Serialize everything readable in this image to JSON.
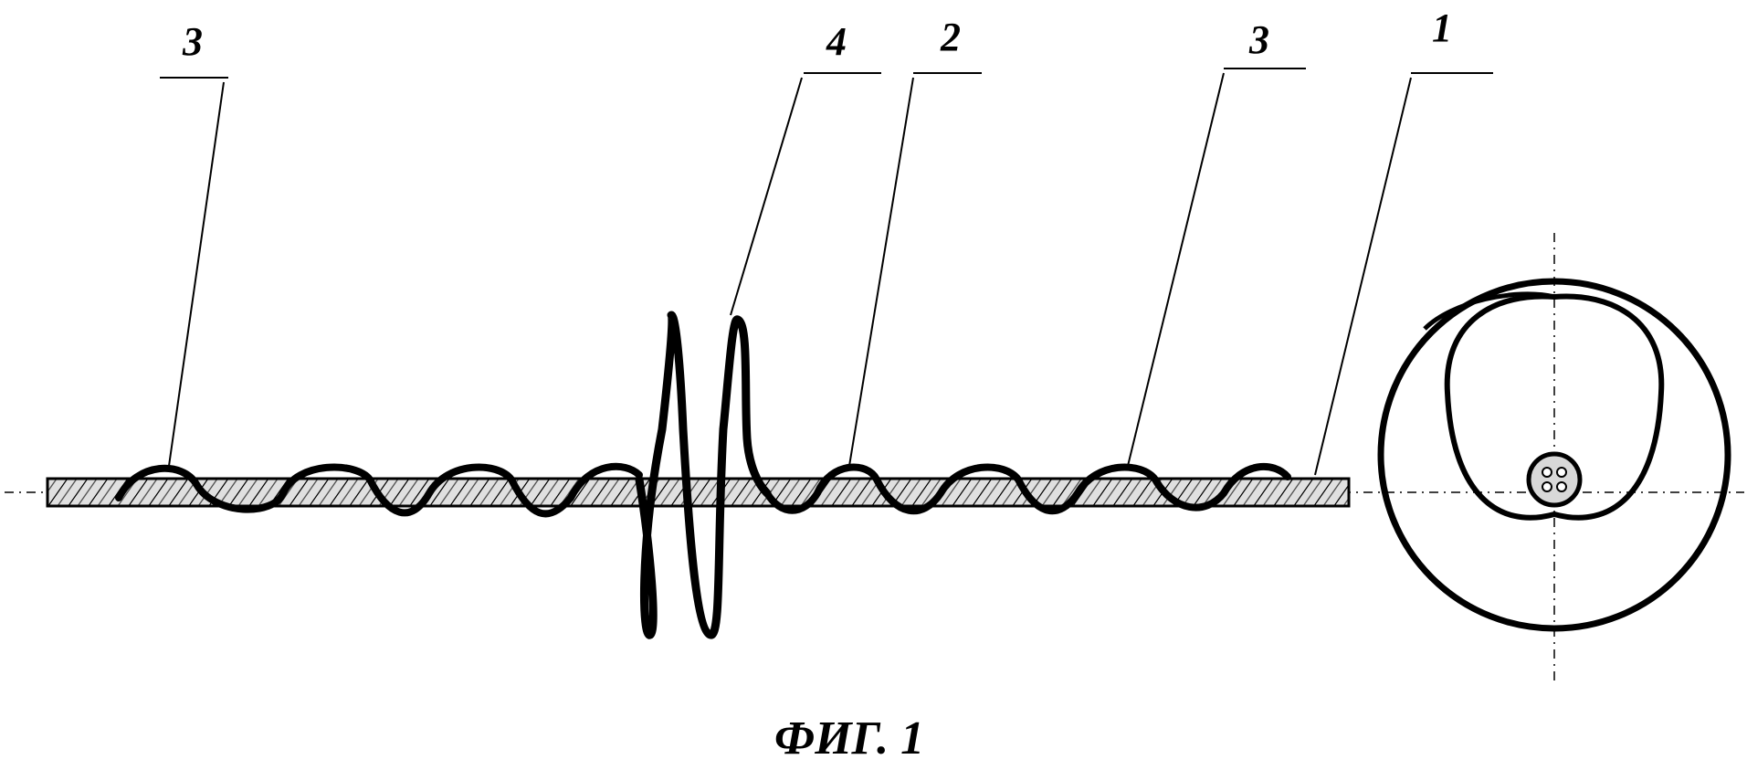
{
  "figure": {
    "caption": "ФИГ. 1",
    "labels": [
      "3",
      "4",
      "2",
      "3",
      "1"
    ],
    "colors": {
      "ink": "#000000",
      "cable_fill": "#e0e0e0",
      "background": "#ffffff"
    }
  }
}
